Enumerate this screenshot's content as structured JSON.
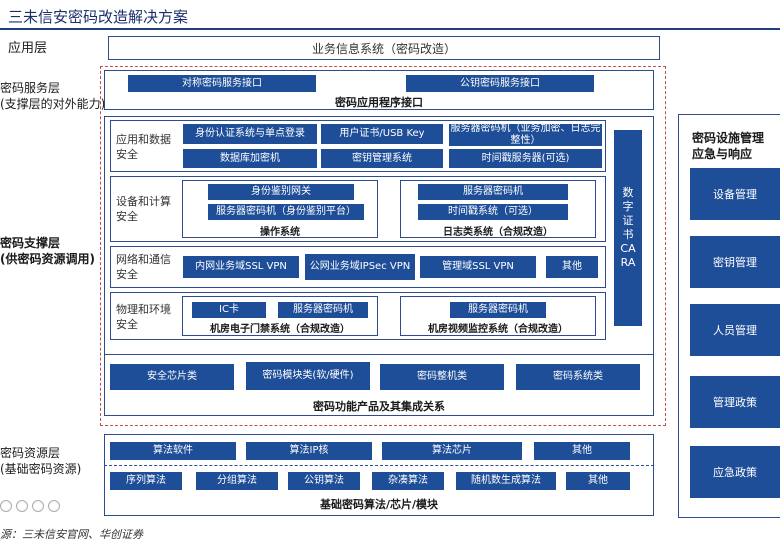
{
  "title": "三未信安密码改造解决方案",
  "layers": {
    "app": "应用层",
    "service": [
      "密码服务层",
      "(支撑层的对外能力)"
    ],
    "support": [
      "密码支撑层",
      "(供密码资源调用)"
    ],
    "resource": [
      "密码资源层",
      "(基础密码资源)"
    ]
  },
  "app_bar": "业务信息系统（密码改造）",
  "service_boxes": [
    "对称密码服务接口",
    "公钥密码服务接口"
  ],
  "service_caption": "密码应用程序接口",
  "support": {
    "row1": {
      "label": [
        "应用和数据",
        "安全"
      ],
      "items": [
        "身份认证系统与单点登录",
        "用户证书/USB Key",
        "服务器密码机（业务加密、日志完整性）",
        "数据库加密机",
        "密钥管理系统",
        "时间戳服务器(可选)"
      ]
    },
    "row2": {
      "label": [
        "设备和计算",
        "安全"
      ],
      "left": {
        "items": [
          "身份鉴别网关",
          "服务器密码机（身份鉴别平台）"
        ],
        "caption": "操作系统"
      },
      "right": {
        "items": [
          "服务器密码机",
          "时间戳系统（可选）"
        ],
        "caption": "日志类系统（合规改造）"
      }
    },
    "row3": {
      "label": [
        "网络和通信",
        "安全"
      ],
      "items": [
        "内网业务域SSL VPN",
        "公网业务域IPSec VPN",
        "管理域SSL VPN",
        "其他"
      ]
    },
    "row4": {
      "label": [
        "物理和环境",
        "安全"
      ],
      "left": {
        "items": [
          "IC卡",
          "服务器密码机"
        ],
        "caption": "机房电子门禁系统（合规改造）"
      },
      "right": {
        "items": [
          "服务器密码机"
        ],
        "caption": "机房视频监控系统（合规改造）"
      }
    },
    "ca": "数字证书CARA",
    "products": [
      "安全芯片类",
      "密码模块类(软/硬件)",
      "密码整机类",
      "密码系统类"
    ],
    "products_caption": "密码功能产品及其集成关系"
  },
  "resource": {
    "row1": [
      "算法软件",
      "算法IP核",
      "算法芯片",
      "其他"
    ],
    "row2": [
      "序列算法",
      "分组算法",
      "公钥算法",
      "杂凑算法",
      "随机数生成算法",
      "其他"
    ],
    "caption": "基础密码算法/芯片/模块"
  },
  "mgmt": {
    "title": [
      "密码设施管理",
      "应急与响应"
    ],
    "items": [
      "设备管理",
      "密钥管理",
      "人员管理",
      "管理政策",
      "应急政策"
    ]
  },
  "source": "源：三未信安官网、华创证券"
}
